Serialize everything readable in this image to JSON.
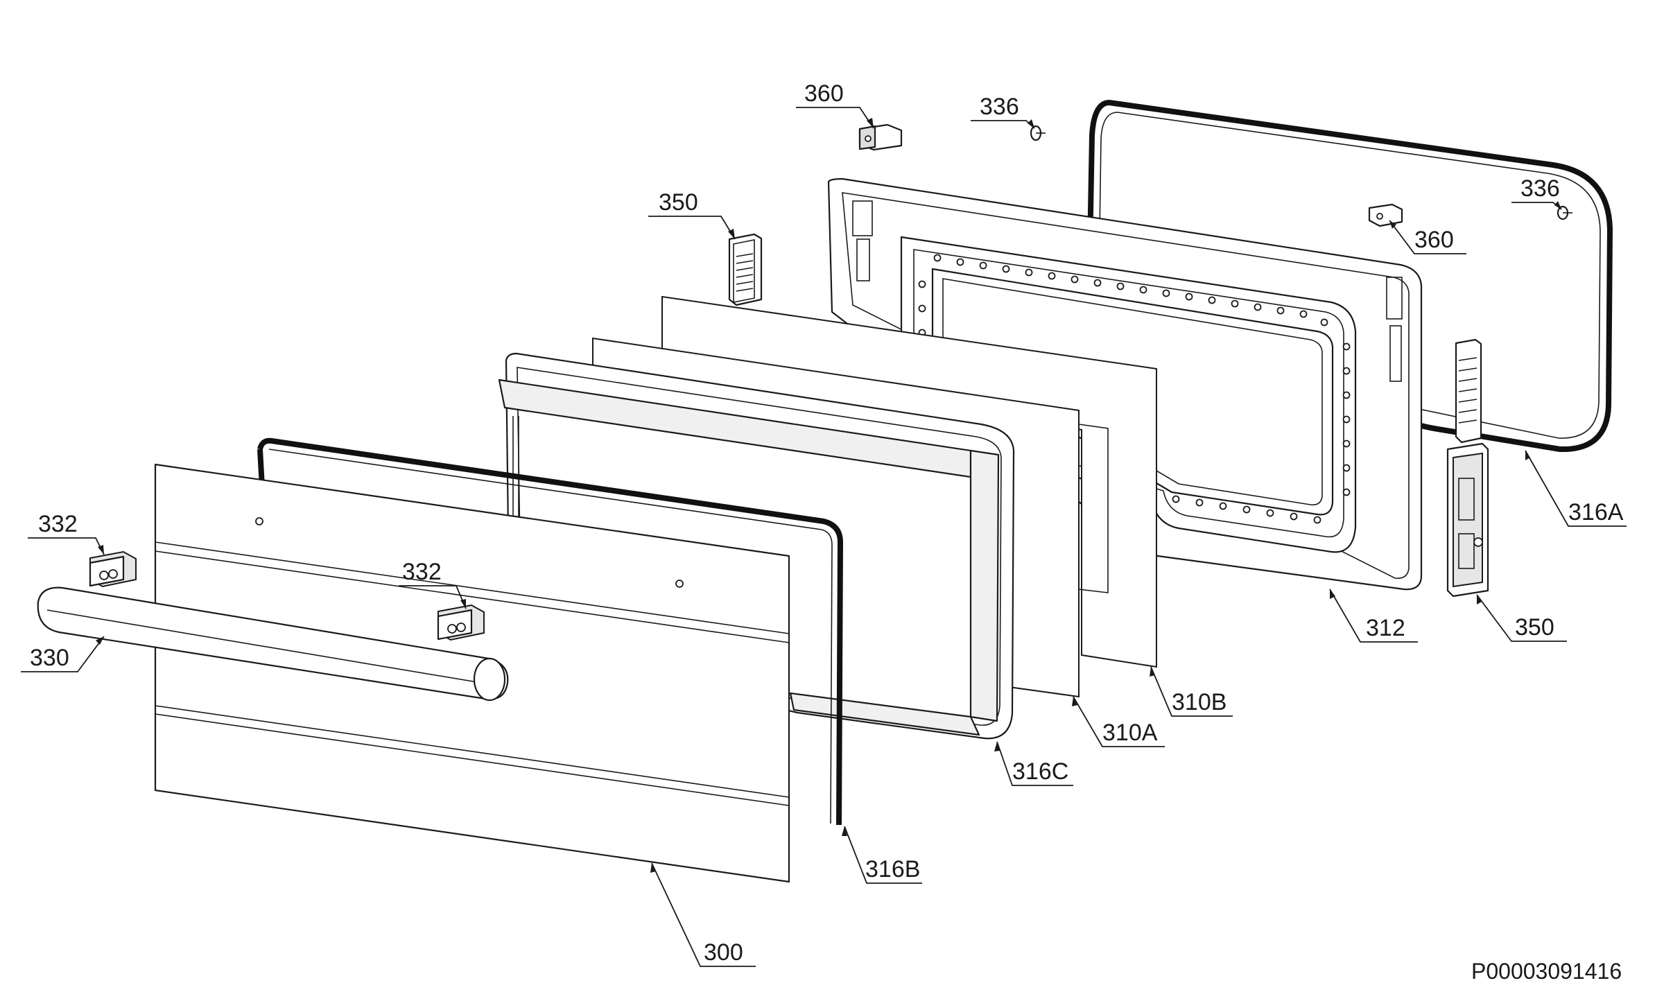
{
  "diagram": {
    "callouts": [
      {
        "id": "c360a",
        "text": "360"
      },
      {
        "id": "c336a",
        "text": "336"
      },
      {
        "id": "c336b",
        "text": "336"
      },
      {
        "id": "c360b",
        "text": "360"
      },
      {
        "id": "c350a",
        "text": "350"
      },
      {
        "id": "c316a",
        "text": "316A"
      },
      {
        "id": "c332a",
        "text": "332"
      },
      {
        "id": "c332b",
        "text": "332"
      },
      {
        "id": "c330",
        "text": "330"
      },
      {
        "id": "c312",
        "text": "312"
      },
      {
        "id": "c350b",
        "text": "350"
      },
      {
        "id": "c310b",
        "text": "310B"
      },
      {
        "id": "c310a",
        "text": "310A"
      },
      {
        "id": "c316c",
        "text": "316C"
      },
      {
        "id": "c316b",
        "text": "316B"
      },
      {
        "id": "c300",
        "text": "300"
      }
    ],
    "drawing_code": "P00003091416"
  }
}
